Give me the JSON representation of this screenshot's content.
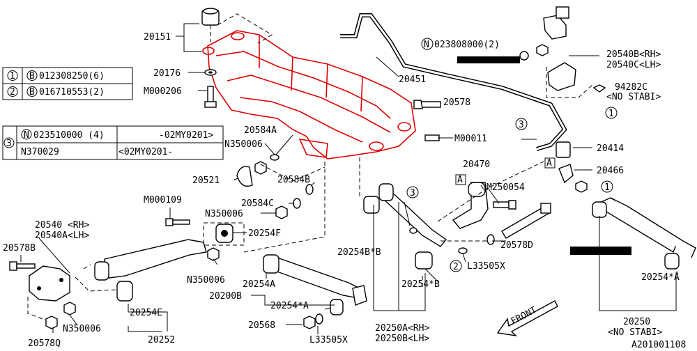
{
  "labels": {
    "subframe": "20151",
    "bolt_top": "20176",
    "m206": "M000206",
    "stab_bar": "20451",
    "n_nut": "023808000(2)",
    "bracket_rh": "20540B<RH>",
    "bracket_lh": "20540C<LH>",
    "p94282c": "94282C",
    "no_stabi1": "<NO STABI>",
    "bolt_20578": "20578",
    "m00011": "M00011",
    "n350006a": "N350006",
    "p20584a": "20584A",
    "p20414": "20414",
    "p20466": "20466",
    "p20521": "20521",
    "p20584b": "20584B",
    "p20470": "20470",
    "m250054": "M250054",
    "m000109": "M000109",
    "p20584c": "20584C",
    "n350006b": "N350006",
    "p20254f": "20254F",
    "p20540rh": "20540 <RH>",
    "p20540alh": "20540A<LH>",
    "p20578b": "20578B",
    "n350006c": "N350006",
    "p20254bb": "20254B*B",
    "p20578d": "20578D",
    "l33505x_a": "L33505X",
    "p20254a": "20254A",
    "p20254b": "20254*B",
    "p20200b": "20200B",
    "p20254astar": "20254*A",
    "p20254e": "20254E",
    "n350006d": "N350006",
    "p20578q": "20578Q",
    "p20252": "20252",
    "p20568": "20568",
    "l33505x_b": "L33505X",
    "p20250a": "20250A<RH>",
    "p20250b": "20250B<LH>",
    "p20254astar_r": "20254*A",
    "p20250": "20250",
    "no_stabi2": "<NO STABI>",
    "front": "FRONT",
    "code": "A201001108",
    "box_a1": "A",
    "box_a2": "A",
    "c1a": "1",
    "c1b": "1",
    "c2": "2",
    "c3a": "3",
    "c3b": "3"
  },
  "table1": {
    "row1_num": "1",
    "row1_b": "B",
    "row1_part": "012308250(6)",
    "row2_num": "2",
    "row2_b": "B",
    "row2_part": "016710553(2)"
  },
  "table2": {
    "index": "3",
    "row1_n": "N",
    "row1_part": "023510000 (4)",
    "row1_range": "-02MY0201>",
    "row2_part": "N370029",
    "row2_range": "<02MY0201-"
  },
  "colors": {
    "highlight": "#e00000",
    "ink": "#000000",
    "background": "#ffffff"
  }
}
